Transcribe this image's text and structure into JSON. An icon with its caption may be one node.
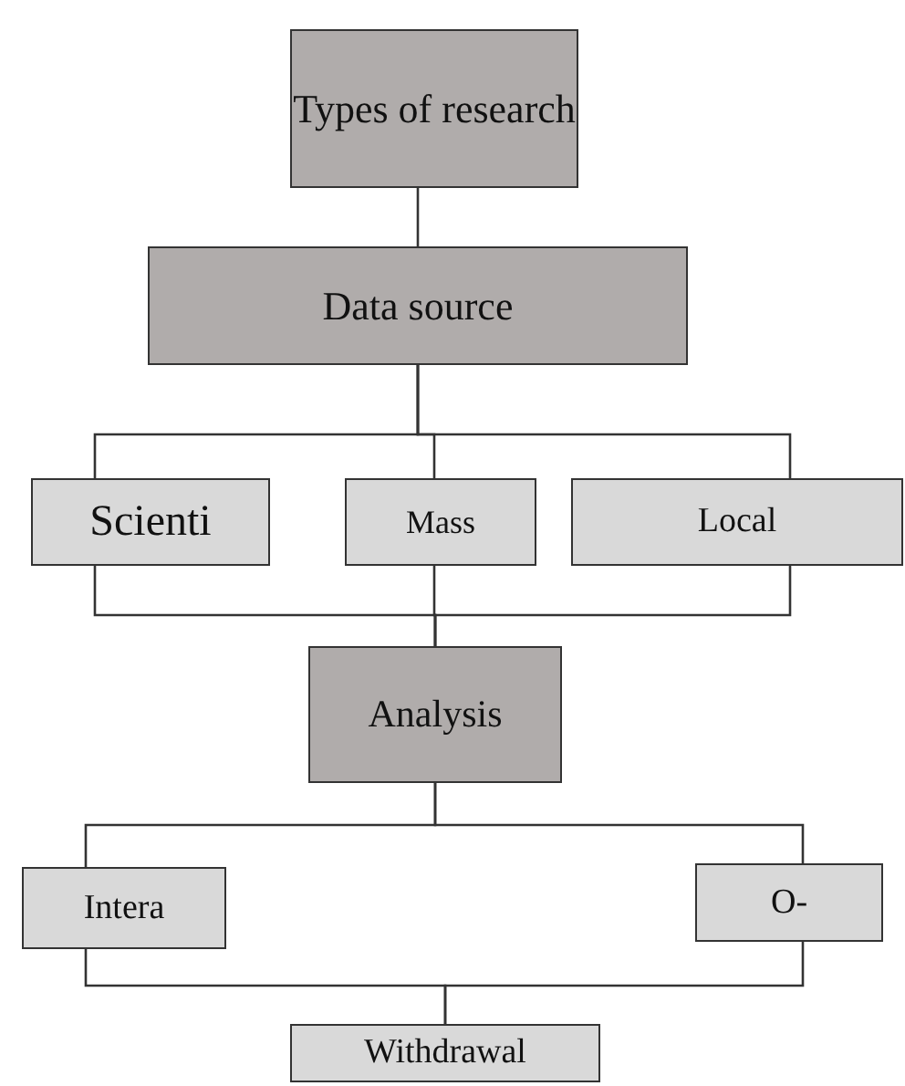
{
  "diagram": {
    "nodes": [
      {
        "text": [
          "Types of research"
        ]
      },
      {
        "text": [
          "Data source"
        ]
      },
      {
        "text": [
          "Scienti"
        ]
      },
      {
        "text": [
          "Mass"
        ]
      },
      {
        "text": [
          "Local"
        ]
      },
      {
        "text": [
          "Analysis"
        ]
      },
      {
        "text": [
          "Intera"
        ]
      },
      {
        "text": [
          "O-"
        ]
      },
      {
        "text": [
          "Withdrawal"
        ]
      }
    ],
    "edges": [
      {
        "from": 0,
        "to": 1,
        "arrow": "none"
      },
      {
        "from": 1,
        "to": 2,
        "arrow": "none"
      },
      {
        "from": 1,
        "to": 3,
        "arrow": "none"
      },
      {
        "from": 1,
        "to": 4,
        "arrow": "none"
      },
      {
        "from": 2,
        "to": 5,
        "arrow": "none"
      },
      {
        "from": 3,
        "to": 5,
        "arrow": "none"
      },
      {
        "from": 4,
        "to": 5,
        "arrow": "none"
      },
      {
        "from": 5,
        "to": 6,
        "arrow": "none"
      },
      {
        "from": 5,
        "to": 7,
        "arrow": "none"
      },
      {
        "from": 6,
        "to": 8,
        "arrow": "none"
      },
      {
        "from": 7,
        "to": 8,
        "arrow": "none"
      }
    ]
  }
}
